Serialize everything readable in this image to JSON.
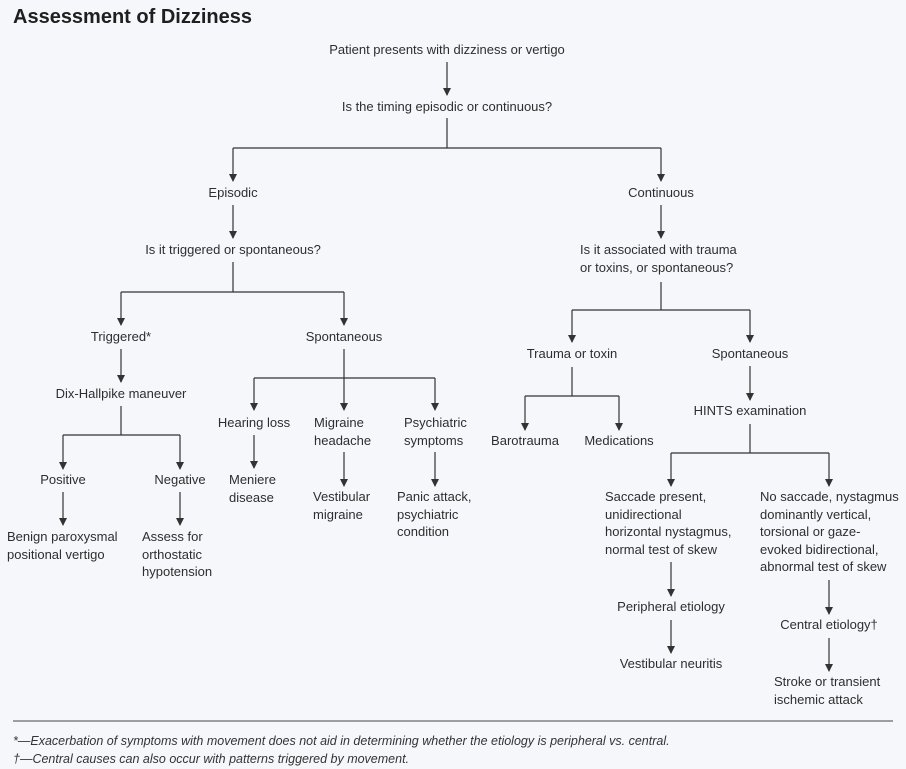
{
  "title": "Assessment of Dizziness",
  "nodes": {
    "start": "Patient presents with dizziness or vertigo",
    "timing": "Is the timing episodic or continuous?",
    "episodic": "Episodic",
    "continuous": "Continuous",
    "trigger_q": "Is it triggered or spontaneous?",
    "trauma_q_line1": "Is it associated with trauma",
    "trauma_q_line2": "or toxins, or spontaneous?",
    "triggered": "Triggered*",
    "spontaneous_ep": "Spontaneous",
    "trauma_toxin": "Trauma or toxin",
    "spontaneous_cont": "Spontaneous",
    "dix": "Dix-Hallpike maneuver",
    "hearing_loss": "Hearing loss",
    "migraine_line1": "Migraine",
    "migraine_line2": "headache",
    "psych_line1": "Psychiatric",
    "psych_line2": "symptoms",
    "barotrauma": "Barotrauma",
    "medications": "Medications",
    "hints": "HINTS examination",
    "positive": "Positive",
    "negative": "Negative",
    "meniere_line1": "Meniere",
    "meniere_line2": "disease",
    "vestmig_line1": "Vestibular",
    "vestmig_line2": "migraine",
    "panic_line1": "Panic attack,",
    "panic_line2": "psychiatric",
    "panic_line3": "condition",
    "saccade_line1": "Saccade present,",
    "saccade_line2": "unidirectional",
    "saccade_line3": "horizontal nystagmus,",
    "saccade_line4": "normal test of skew",
    "nosaccade_line1": "No saccade, nystagmus",
    "nosaccade_line2": "dominantly vertical,",
    "nosaccade_line3": "torsional or gaze-",
    "nosaccade_line4": "evoked bidirectional,",
    "nosaccade_line5": "abnormal test of skew",
    "bppv_line1": "Benign paroxysmal",
    "bppv_line2": "positional vertigo",
    "ortho_line1": "Assess for",
    "ortho_line2": "orthostatic",
    "ortho_line3": "hypotension",
    "peripheral": "Peripheral etiology",
    "central": "Central etiology†",
    "vest_neuritis": "Vestibular neuritis",
    "stroke_line1": "Stroke or transient",
    "stroke_line2": "ischemic attack"
  },
  "footnotes": {
    "note1": "*—Exacerbation of symptoms with movement does not aid in determining whether the etiology is peripheral vs. central.",
    "note2": "†—Central causes can also occur with patterns triggered by movement."
  },
  "colors": {
    "background": "#f6f7fb",
    "line": "#333333",
    "text": "#2e2e2e"
  }
}
